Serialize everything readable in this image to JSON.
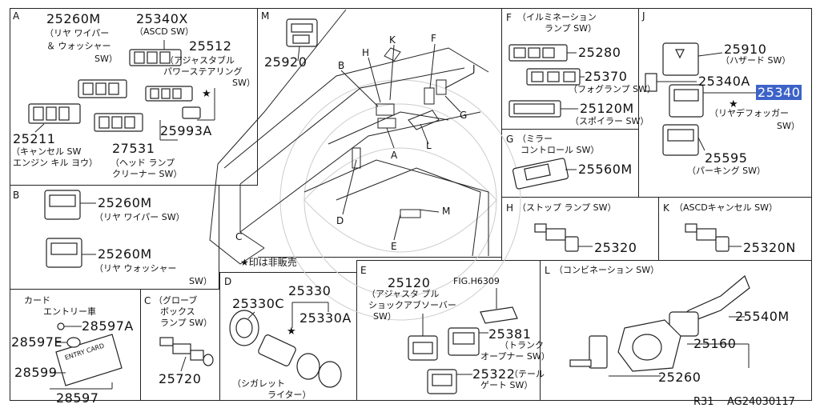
{
  "diagram_ref": "R31",
  "diagram_code": "AG24030117",
  "legend_note": "★印は非販売",
  "center": {
    "letter_labels": [
      "M",
      "H",
      "K",
      "F",
      "J",
      "B",
      "G",
      "A",
      "L",
      "C",
      "D",
      "E"
    ]
  },
  "section_a": {
    "letter": "A",
    "parts": [
      {
        "pn": "25260M",
        "desc_lines": [
          "（リヤ ワイパー",
          "＆ ウォッシャー",
          "SW）"
        ]
      },
      {
        "pn": "25340X",
        "desc_lines": [
          "（ASCD SW）"
        ]
      },
      {
        "pn": "25512",
        "desc_lines": [
          "（アジャスタブル",
          "パワーステアリング",
          "SW）"
        ]
      },
      {
        "pn": "25993A",
        "desc_lines": []
      },
      {
        "pn": "25211",
        "desc_lines": [
          "（キャンセル SW",
          "エンジン キル ヨウ）"
        ]
      },
      {
        "pn": "27531",
        "desc_lines": [
          "（ヘッド ランプ",
          "クリーナー SW）"
        ]
      }
    ]
  },
  "section_m": {
    "letter": "M",
    "pn": "25920"
  },
  "section_b": {
    "letter": "B",
    "parts": [
      {
        "pn": "25260M",
        "desc": "（リヤ ワイパー SW）"
      },
      {
        "pn": "25260M",
        "desc": "（リヤ ウォッシャー",
        "desc2": "SW）"
      }
    ]
  },
  "section_card": {
    "title_lines": [
      "カード",
      "エントリー車"
    ],
    "parts": [
      "28597A",
      "28597E",
      "28599",
      "28597"
    ],
    "card_text": "ENTRY CARD"
  },
  "section_c": {
    "letter": "C",
    "desc_lines": [
      "（グローブ",
      "ボックス",
      "ランプ SW）"
    ],
    "pn": "25720"
  },
  "section_d": {
    "letter": "D",
    "parts": [
      "25330C",
      "25330",
      "25330A"
    ],
    "desc_lines": [
      "（シガレット",
      "ライター）"
    ]
  },
  "section_e": {
    "letter": "E",
    "fig": "FIG.H6309",
    "parts": [
      {
        "pn": "25120",
        "desc_lines": [
          "（アジャスタ ブル",
          "ショックアブソーバー",
          "SW）"
        ]
      },
      {
        "pn": "25381",
        "desc_lines": [
          "（トランク",
          "オープナー SW）"
        ]
      },
      {
        "pn": "25322",
        "desc_lines": [
          "（テール",
          "ゲート SW）"
        ]
      }
    ]
  },
  "section_f": {
    "letter": "F",
    "title_lines": [
      "（イルミネーション",
      "ランプ SW）"
    ],
    "parts": [
      {
        "pn": "25280",
        "desc": ""
      },
      {
        "pn": "25370",
        "desc": "（フォグランプ SW）"
      },
      {
        "pn": "25120M",
        "desc": "（スポイラー SW）"
      }
    ]
  },
  "section_g": {
    "letter": "G",
    "title_lines": [
      "（ミラー",
      "コントロール SW）"
    ],
    "pn": "25560M"
  },
  "section_j": {
    "letter": "J",
    "parts": [
      {
        "pn": "25910",
        "desc": "（ハザード SW）"
      },
      {
        "pn": "25340A",
        "desc": ""
      },
      {
        "pn": "25340",
        "desc": ""
      },
      {
        "pn": "",
        "desc": "（リヤデフォッガー",
        "desc2": "SW）"
      },
      {
        "pn": "25595",
        "desc": "（パーキング SW）"
      }
    ]
  },
  "section_h": {
    "letter": "H",
    "title": "（ストップ ランプ SW）",
    "pn": "25320"
  },
  "section_k": {
    "letter": "K",
    "title": "（ASCDキャンセル SW）",
    "pn": "25320N"
  },
  "section_l": {
    "letter": "L",
    "title": "（コンビネーション SW）",
    "parts": [
      "25540M",
      "25160",
      "25260"
    ]
  }
}
